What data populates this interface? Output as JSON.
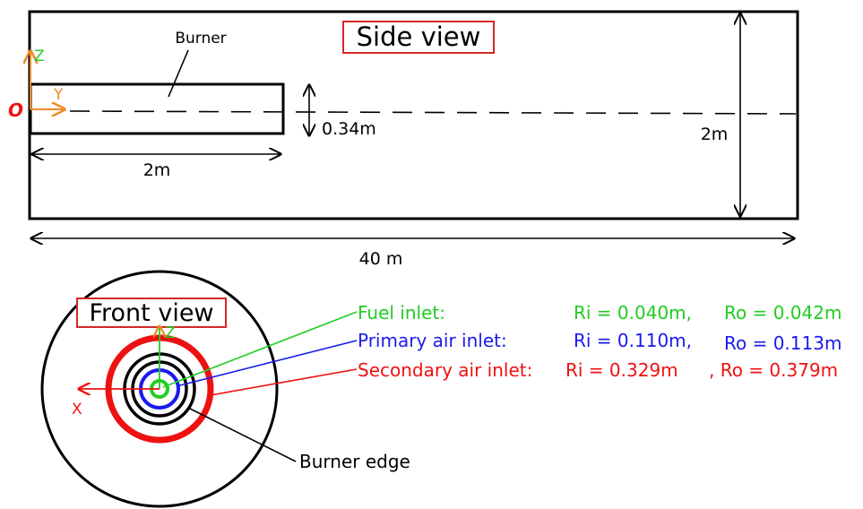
{
  "side_view": {
    "title": "Side view",
    "burner_label": "Burner",
    "axis_z": "Z",
    "axis_y": "Y",
    "origin": "O",
    "dim_burner_height": "0.34m",
    "dim_burner_length": "2m",
    "dim_domain_height": "2m",
    "dim_domain_length": "40 m"
  },
  "front_view": {
    "title": "Front view",
    "axis_z": "Z",
    "axis_x": "X",
    "burner_edge_label": "Burner edge",
    "inlets": [
      {
        "name": "Fuel inlet:",
        "ri": "Ri = 0.040m,",
        "ro": "Ro = 0.042m",
        "color": "#22cc22"
      },
      {
        "name": "Primary air inlet:",
        "ri": "Ri = 0.110m,",
        "ro": "Ro = 0.113m",
        "color": "#1a1aee"
      },
      {
        "name": "Secondary air inlet:",
        "ri": "Ri = 0.329m",
        "ro": ", Ro = 0.379m",
        "color": "#ee1111"
      }
    ]
  },
  "colors": {
    "title_box": "#d62728",
    "axis": "#f08a24",
    "origin": "#ee1111",
    "fuel": "#22cc22",
    "primary": "#1a1aee",
    "secondary": "#ee1111"
  }
}
